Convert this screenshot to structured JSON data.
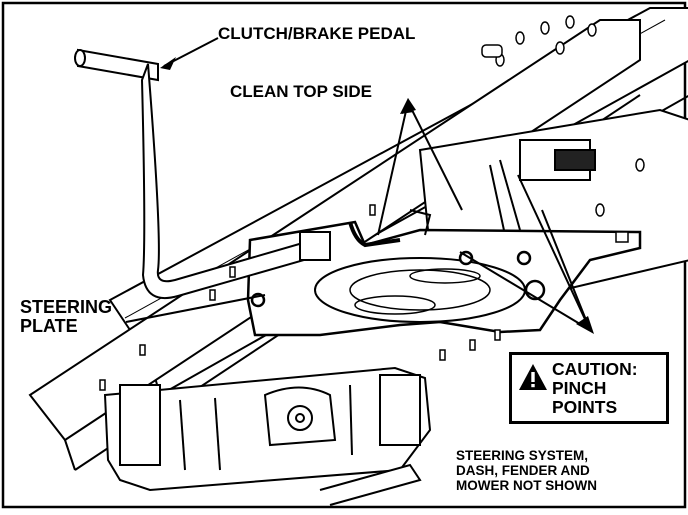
{
  "labels": {
    "clutch_brake_pedal": "CLUTCH/BRAKE PEDAL",
    "clean_top_side": "CLEAN TOP SIDE",
    "steering_plate_line1": "STEERING",
    "steering_plate_line2": "PLATE",
    "note_line1": "STEERING SYSTEM,",
    "note_line2": "DASH, FENDER AND",
    "note_line3": "MOWER NOT SHOWN"
  },
  "caution": {
    "line1": "CAUTION:",
    "line2": "PINCH",
    "line3": "POINTS",
    "icon": "warning-triangle-icon"
  },
  "colors": {
    "ink": "#000000",
    "paper": "#ffffff"
  }
}
